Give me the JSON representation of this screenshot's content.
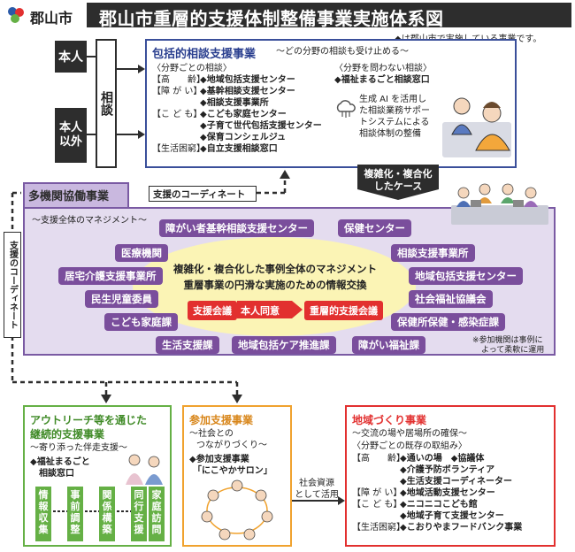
{
  "header": {
    "city_logo": "郡山市",
    "title": "郡山市重層的支援体制整備事業実施体系図",
    "note": "◆は郡山市で実施している事業です。"
  },
  "left": {
    "honnin": "本人",
    "honnin_igai": "本人以外",
    "soudan": "相談"
  },
  "comprehensive": {
    "title": "包括的相談支援事業",
    "subtitle": "～どの分野の相談も受け止める～",
    "by_field_heading": "〈分野ごとの相談〉",
    "rows": [
      {
        "cat": "【高　　齢】",
        "item": "◆地域包括支援センター"
      },
      {
        "cat": "【障 が い】",
        "item": "◆基幹相談支援センター"
      },
      {
        "cat": "",
        "item": "◆相談支援事業所"
      },
      {
        "cat": "【こ ど も】",
        "item": "◆こども家庭センター"
      },
      {
        "cat": "",
        "item": "◆子育て世代包括支援センター"
      },
      {
        "cat": "",
        "item": "◆保育コンシェルジュ"
      },
      {
        "cat": "【生活困窮】",
        "item": "◆自立支援相談窓口"
      }
    ],
    "any_field_heading": "〈分野を問わない相談〉",
    "any_field_item": "◆福祉まるごと相談窓口",
    "ai_text": [
      "生成 AI を活用し",
      "た相談業務サポー",
      "トシステムによる",
      "相談体制の整備"
    ]
  },
  "complex_case": [
    "複雑化・複合化",
    "したケース"
  ],
  "multi": {
    "title": "多機関協働事業",
    "coordinate_label": "支援のコーディネート",
    "management": "～支援全体のマネジメント～",
    "chips": {
      "c1": "障がい者基幹相談支援センター",
      "c2": "保健センター",
      "c3": "医療機関",
      "c4": "相談支援事業所",
      "c5": "居宅介護支援事業所",
      "c6": "地域包括支援センター",
      "c7": "民生児童委員",
      "c8": "社会福祉協議会",
      "c9": "こども家庭課",
      "c10": "保健所保健・感染症課",
      "c11": "生活支援課",
      "c12": "地域包括ケア推進課",
      "c13": "障がい福祉課"
    },
    "center_line1": "複雑化・複合化した事例全体のマネジメント",
    "center_line2": "重層事業の円滑な実施のための情報交換",
    "flow": [
      "支援会議",
      "本人同意",
      "重層的支援会議"
    ],
    "note": [
      "※参加機関は事例に",
      "よって柔軟に運用"
    ]
  },
  "side_coordinate": "支援のコーディネート",
  "outreach": {
    "title1": "アウトリーチ等を通じた",
    "title2": "継続的支援事業",
    "subtitle": "～寄り添った伴走支援～",
    "item1": "◆福祉まるごと",
    "item2": "相談窓口",
    "steps": [
      "情報収集",
      "事前調整",
      "関係構築",
      "同行支援",
      "家庭訪問"
    ]
  },
  "participation": {
    "title": "参加支援事業",
    "sub1": "～社会との",
    "sub2": "つながりづくり～",
    "item1": "◆参加支援事業",
    "item2": "「にこやかサロン」"
  },
  "resource": [
    "社会資源",
    "として活用"
  ],
  "community": {
    "title": "地域づくり事業",
    "subtitle": "～交流の場や居場所の確保～",
    "heading": "〈分野ごとの既存の取組み〉",
    "rows": [
      {
        "cat": "【高　　齢】",
        "item": "◆通いの場　◆協議体"
      },
      {
        "cat": "",
        "item": "◆介護予防ボランティア"
      },
      {
        "cat": "",
        "item": "◆生活支援コーディネーター"
      },
      {
        "cat": "【障 が い】",
        "item": "◆地域活動支援センター"
      },
      {
        "cat": "【こ ど も】",
        "item": "◆ニコニコこども館"
      },
      {
        "cat": "",
        "item": "◆地域子育て支援センター"
      },
      {
        "cat": "【生活困窮】",
        "item": "◆こおりやまフードバンク事業"
      }
    ]
  },
  "colors": {
    "dark": "#2d2d2d",
    "blue": "#3a4f9a",
    "purple": "#7a4e9c",
    "purple_bg": "#e4dcef",
    "yellow": "#fbf4b5",
    "red": "#e2302f",
    "green": "#65b045",
    "orange": "#f0a22e"
  }
}
